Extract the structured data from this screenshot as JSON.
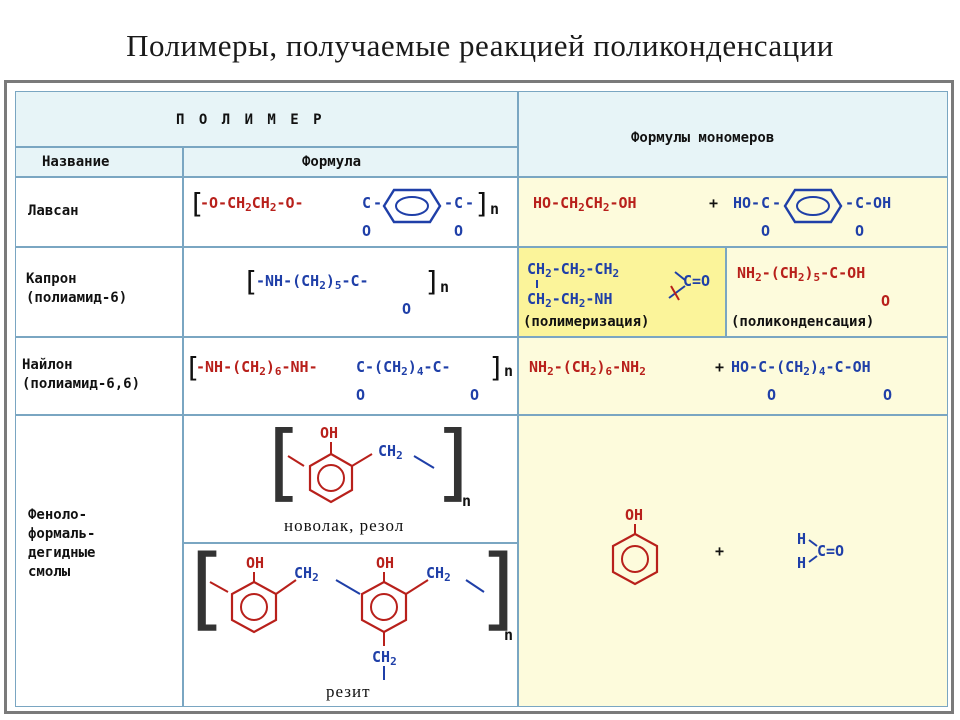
{
  "title": "Полимеры, получаемые реакцией поликонденсации",
  "header": {
    "polymer": "П О Л И М Е Р",
    "name": "Название",
    "formula": "Формула",
    "monomers": "Формулы мономеров"
  },
  "rows": {
    "lavsan": {
      "name": "Лавсан",
      "bracket_open": "[",
      "bracket_close": "]",
      "n": "n",
      "poly_left": "-O-CH",
      "poly_sub1": "2",
      "poly_mid": "CH",
      "poly_sub2": "2",
      "poly_tail": "-O-",
      "c_left": "C",
      "c_right": "C",
      "dash": "-",
      "o_below": "O",
      "m1_a": "HO-CH",
      "m1_s1": "2",
      "m1_b": "CH",
      "m1_s2": "2",
      "m1_c": "-OH",
      "plus": "+",
      "m2_ho": "HO-",
      "m2_c": "C",
      "m2_coh": "C-OH"
    },
    "kapron": {
      "name": "Капрон\n(полиамид-6)",
      "bracket_open": "[",
      "bracket_close": "]",
      "n": "n",
      "p_a": "-NH-(CH",
      "p_s": "2",
      "p_b": ")",
      "p_sub5": "5",
      "p_c": "-C-",
      "o_below": "O",
      "r1_a": "CH",
      "r1_s1": "2",
      "r1_b": "-CH",
      "r1_s2": "2",
      "r1_c": "-CH",
      "r1_s3": "2",
      "r2_a": "CH",
      "r2_s1": "2",
      "r2_b": "-CH",
      "r2_s2": "2",
      "r2_c": "-NH",
      "co": "C=O",
      "polymerization": "(полимеризация)",
      "m_a": "NH",
      "m_s1": "2",
      "m_b": "-(CH",
      "m_s2": "2",
      "m_c": ")",
      "m_s5": "5",
      "m_d": "-C-OH",
      "polycondensation": "(поликонденсация)"
    },
    "nylon": {
      "name": "Найлон\n(полиамид-6,6)",
      "bracket_open": "[",
      "bracket_close": "]",
      "n": "n",
      "p_a": "-NH-(CH",
      "p_s1": "2",
      "p_b": ")",
      "p_s6": "6",
      "p_c": "-NH-",
      "p_d": "C-(CH",
      "p_s2": "2",
      "p_e": ")",
      "p_s4": "4",
      "p_f": "-C-",
      "o_below": "O",
      "m1_a": "NH",
      "m1_s1": "2",
      "m1_b": "-(CH",
      "m1_s2": "2",
      "m1_c": ")",
      "m1_s6": "6",
      "m1_d": "-NH",
      "m1_s3": "2",
      "plus": "+",
      "m2_a": "HO-",
      "m2_b": "C-(CH",
      "m2_s": "2",
      "m2_c": ")",
      "m2_s4": "4",
      "m2_d": "-C-OH"
    },
    "phenol": {
      "name": "Феноло-\nформаль-\nдегидные\nсмолы",
      "oh": "OH",
      "ch2": "CH",
      "ch2_sub": "2",
      "n": "n",
      "bracket_open": "[",
      "bracket_close": "]",
      "novolak_caption": "новолак, резол",
      "resit_caption": "резит",
      "plus": "+",
      "h": "H",
      "co": "C=O"
    }
  }
}
